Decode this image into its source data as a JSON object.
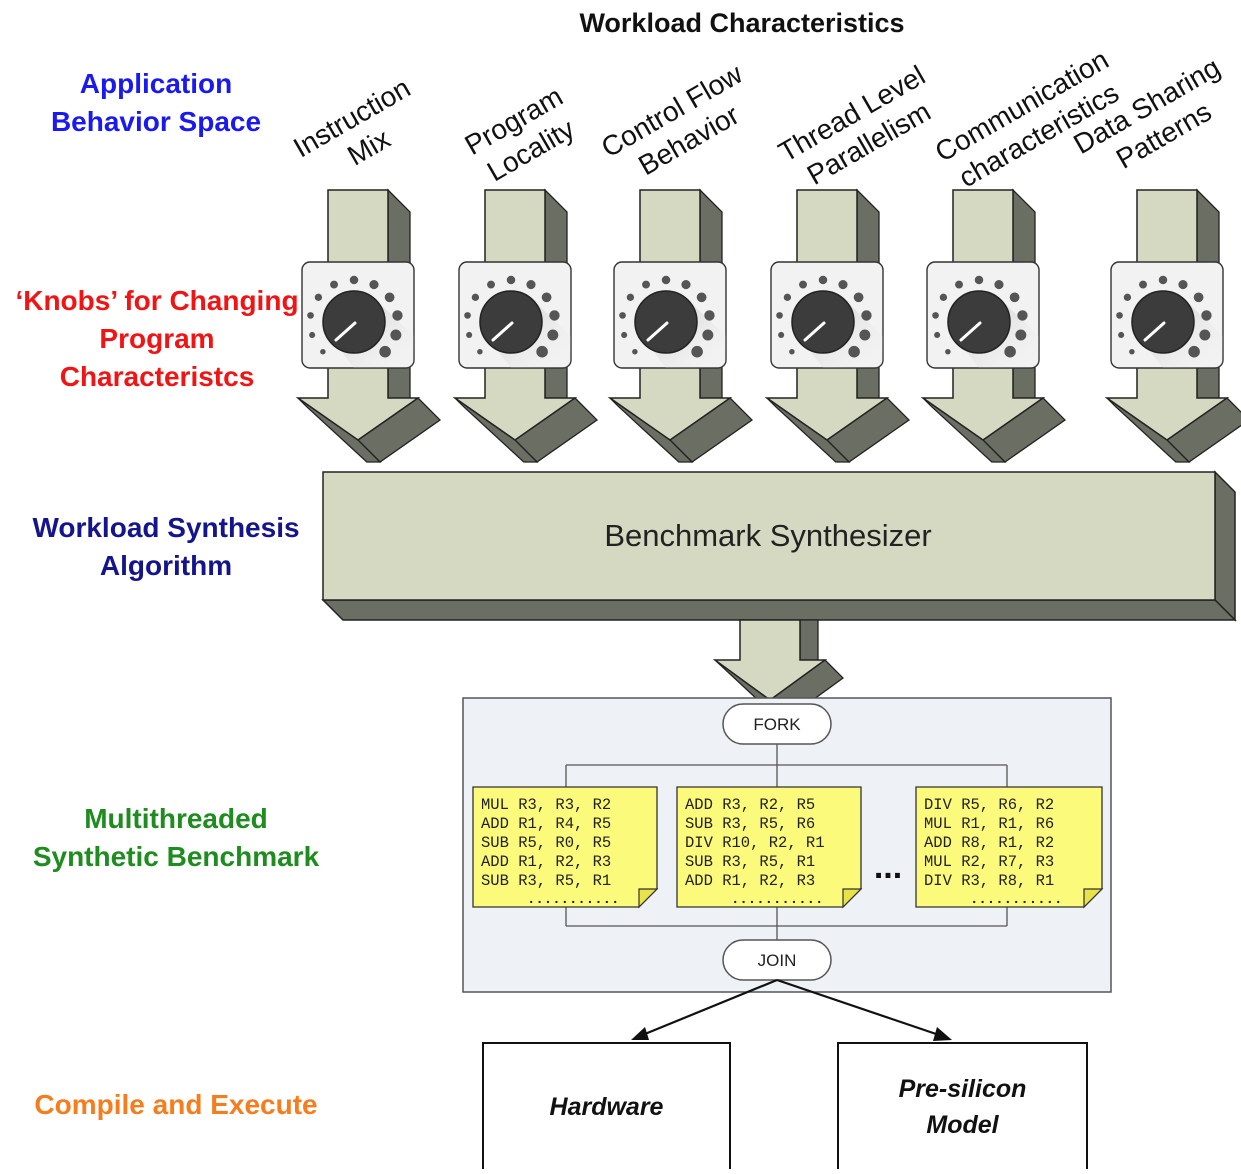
{
  "header": {
    "title": "Workload Characteristics"
  },
  "left_labels": [
    {
      "lines": [
        "Application",
        "Behavior Space"
      ],
      "color": "#1a1af0"
    },
    {
      "lines": [
        "‘Knobs’ for Changing",
        "Program",
        "Characteristcs"
      ],
      "color": "#f01414"
    },
    {
      "lines": [
        "Workload Synthesis",
        "Algorithm"
      ],
      "color": "#14148c"
    },
    {
      "lines": [
        "Multithreaded",
        "Synthetic Benchmark"
      ],
      "color": "#1e8c1e"
    },
    {
      "lines": [
        "Compile and Execute"
      ],
      "color": "#f57d1e"
    }
  ],
  "characteristics": [
    {
      "lines": [
        "Instruction",
        "Mix"
      ]
    },
    {
      "lines": [
        "Program",
        "Locality"
      ]
    },
    {
      "lines": [
        "Control Flow",
        "Behavior"
      ]
    },
    {
      "lines": [
        "Thread Level",
        "Parallelism"
      ]
    },
    {
      "lines": [
        "Communication",
        "characteristics"
      ]
    },
    {
      "lines": [
        "Data Sharing",
        "Patterns"
      ]
    }
  ],
  "synthesizer": {
    "label": "Benchmark Synthesizer"
  },
  "benchmark": {
    "fork": "FORK",
    "join": "JOIN",
    "ellipsis": "...",
    "dots": "...........",
    "threads": [
      {
        "lines": [
          "MUL R3, R3, R2",
          "ADD R1, R4, R5",
          "SUB R5, R0, R5",
          "ADD R1, R2, R3",
          "SUB R3, R5, R1"
        ]
      },
      {
        "lines": [
          "ADD R3, R2, R5",
          "SUB R3, R5, R6",
          "DIV R10, R2, R1",
          "SUB R3, R5, R1",
          "ADD R1, R2, R3"
        ]
      },
      {
        "lines": [
          "DIV R5, R6, R2",
          "MUL R1, R1, R6",
          "ADD R8, R1, R2",
          "MUL R2, R7, R3",
          "DIV R3, R8, R1"
        ]
      }
    ]
  },
  "targets": [
    {
      "lines": [
        "Hardware"
      ]
    },
    {
      "lines": [
        "Pre-silicon",
        "Model"
      ]
    }
  ],
  "colors": {
    "arrow_face": "#d5d9c2",
    "arrow_side": "#6b6e62",
    "panel": "#eef1f5",
    "note": "#fcfa7a",
    "knob": "#3c3c3c"
  }
}
